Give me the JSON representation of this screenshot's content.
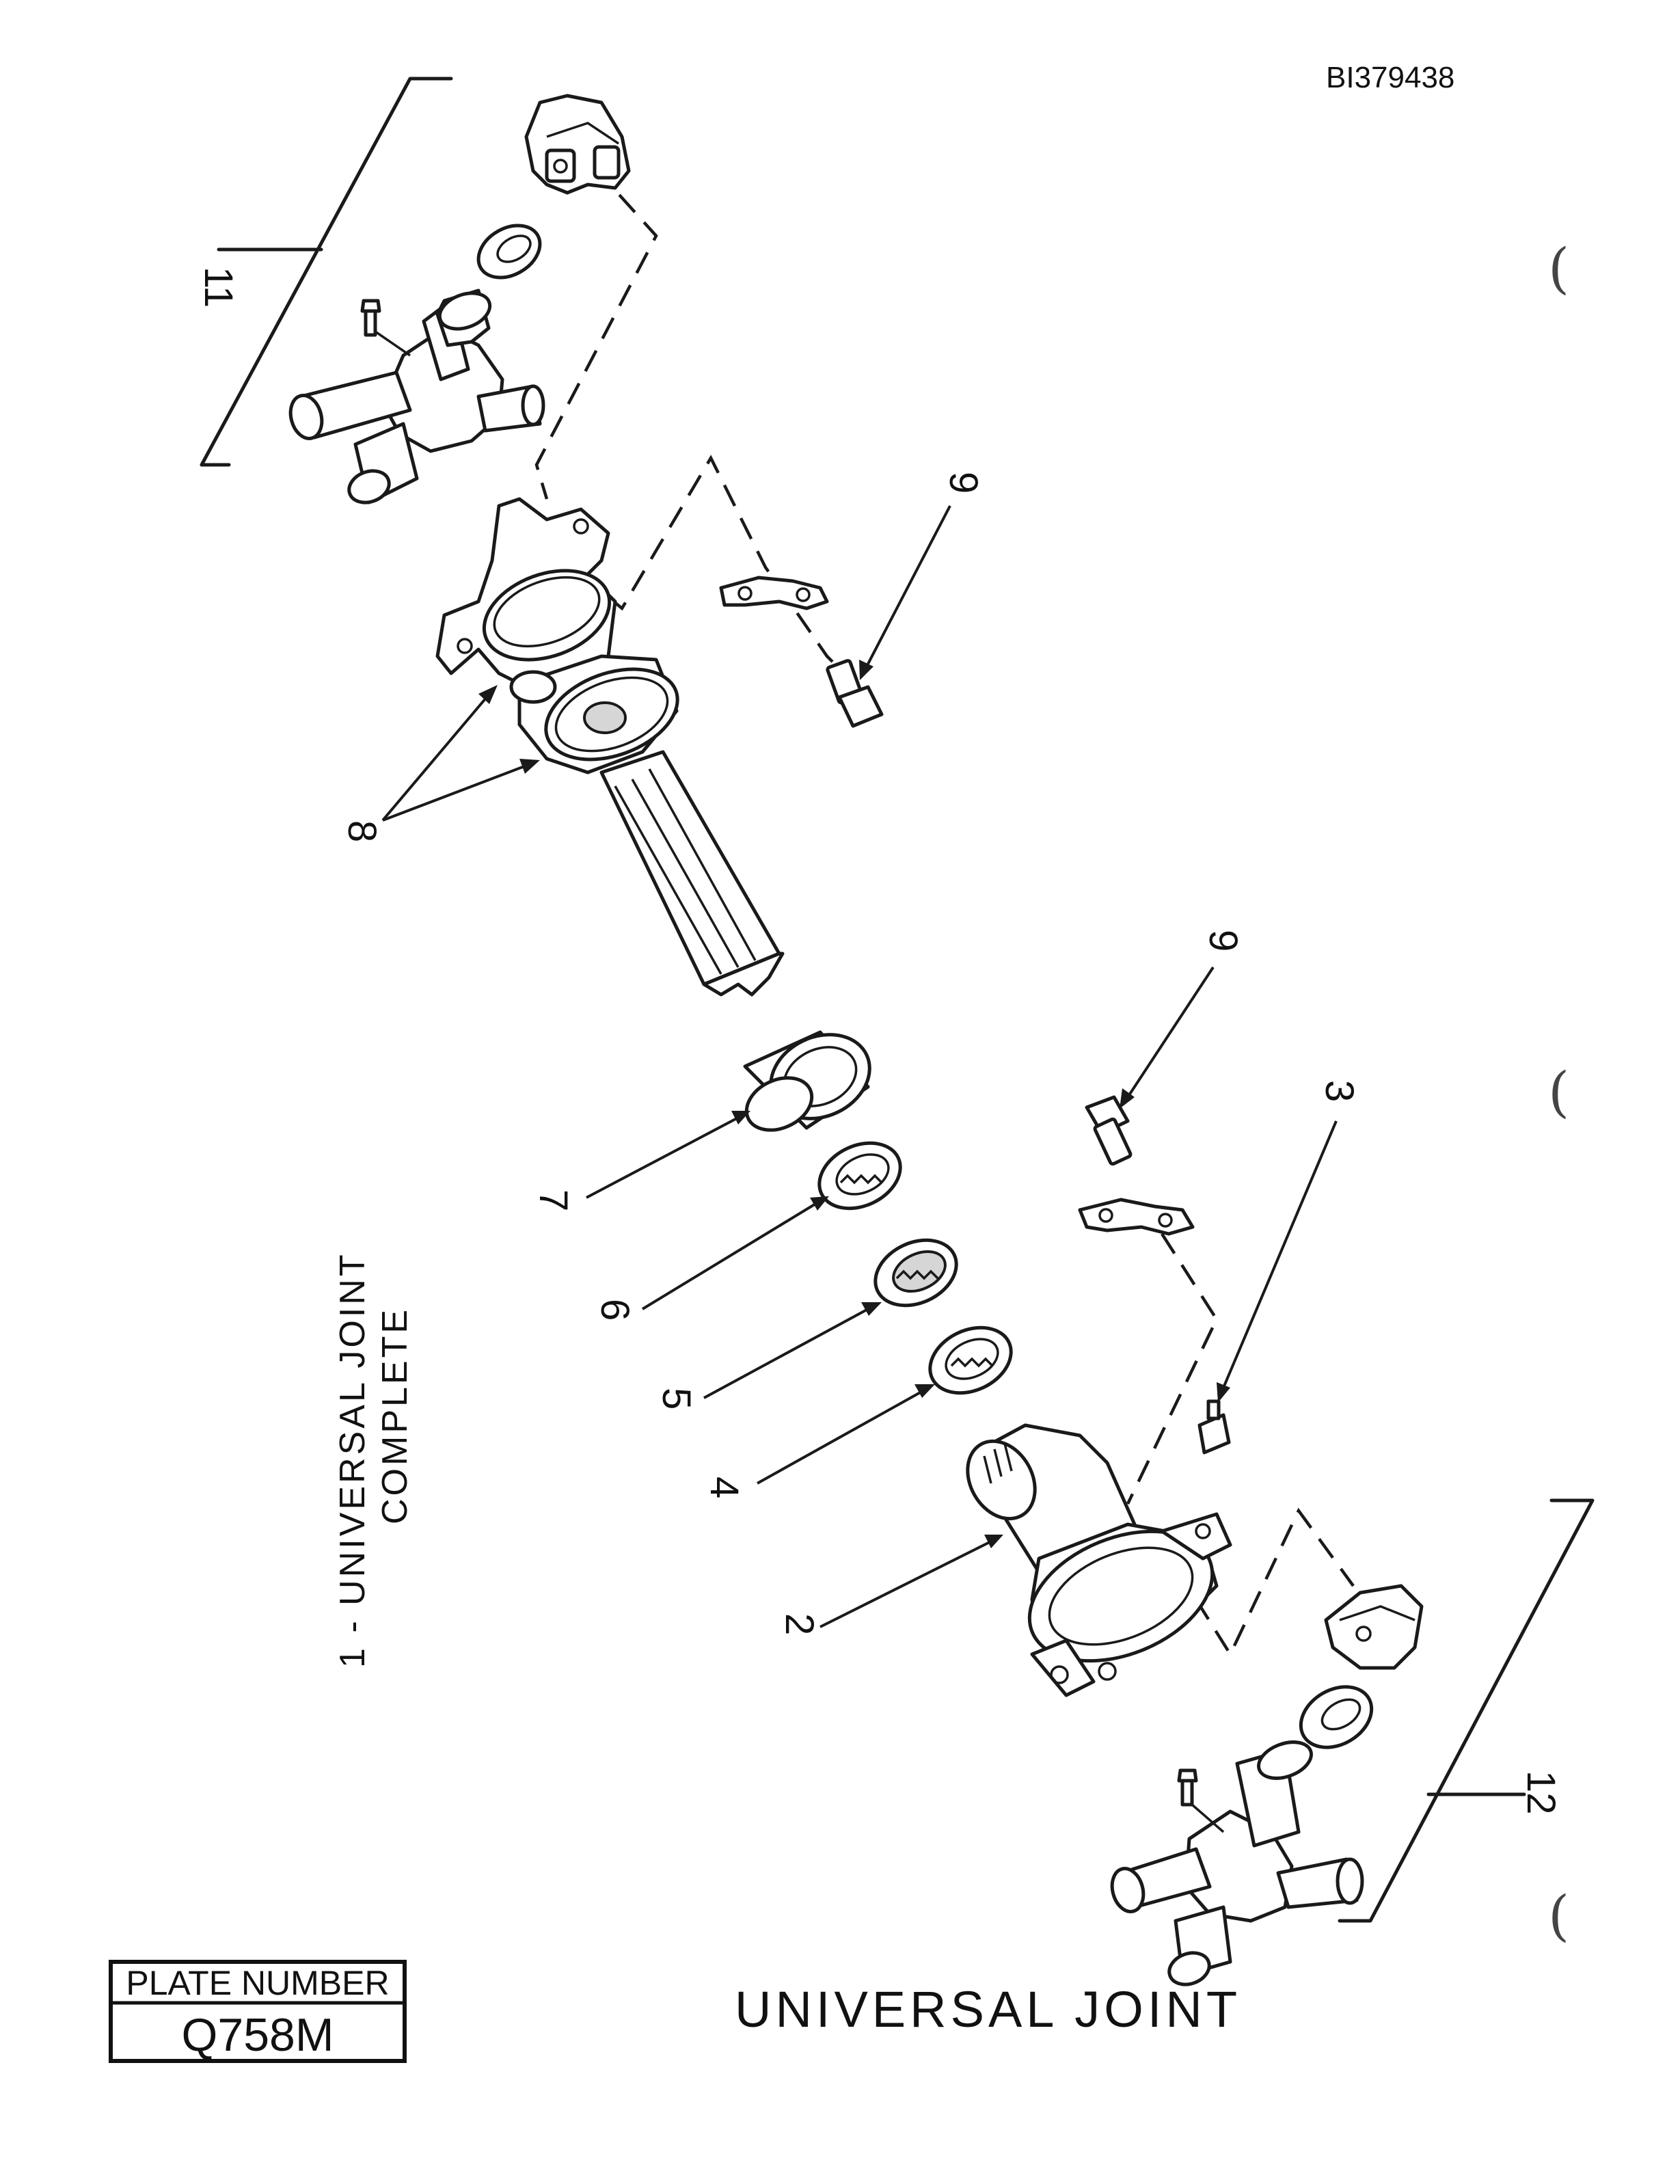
{
  "document_id": "BI379438",
  "title": "UNIVERSAL JOINT",
  "legend": {
    "line1": "1 - UNIVERSAL JOINT",
    "line2": "COMPLETE"
  },
  "plate": {
    "header": "PLATE NUMBER",
    "number": "Q758M"
  },
  "callouts": {
    "c2": "2",
    "c3": "3",
    "c4": "4",
    "c5": "5",
    "c6": "6",
    "c7": "7",
    "c8": "8",
    "c9_upper": "9",
    "c9_lower": "9",
    "c11": "11",
    "c12": "12"
  },
  "margin_marks": [
    "(",
    "(",
    "("
  ]
}
